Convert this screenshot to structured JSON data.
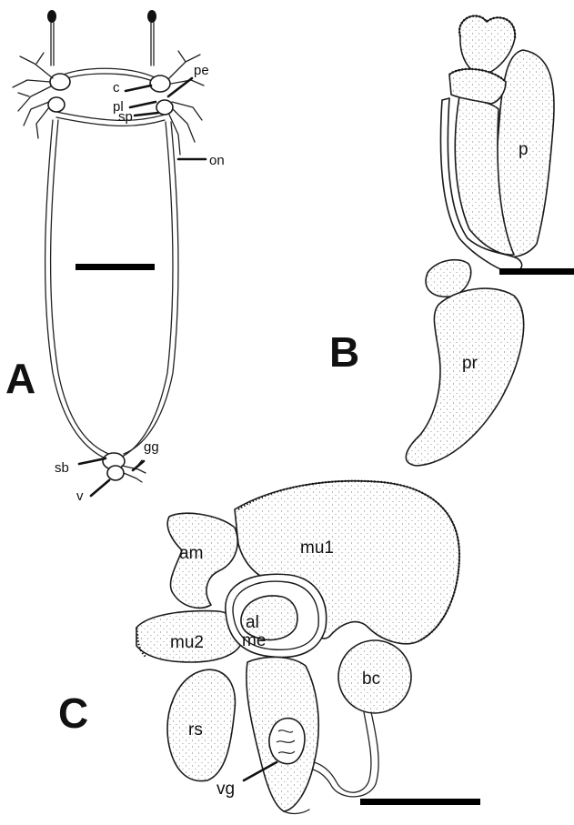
{
  "panels": {
    "a": {
      "letter": "A",
      "labels": {
        "c": "c",
        "pe": "pe",
        "pl": "pl",
        "sp": "sp",
        "on": "on",
        "gg": "gg",
        "sb": "sb",
        "v": "v"
      }
    },
    "b": {
      "letter": "B",
      "labels": {
        "p": "p",
        "pr": "pr"
      }
    },
    "c": {
      "letter": "C",
      "labels": {
        "am": "am",
        "mu1": "mu1",
        "al": "al",
        "me": "me",
        "mu2": "mu2",
        "bc": "bc",
        "rs": "rs",
        "vg": "vg"
      }
    }
  },
  "colors": {
    "ink": "#111111",
    "stipple": "#555555",
    "background": "#ffffff"
  }
}
